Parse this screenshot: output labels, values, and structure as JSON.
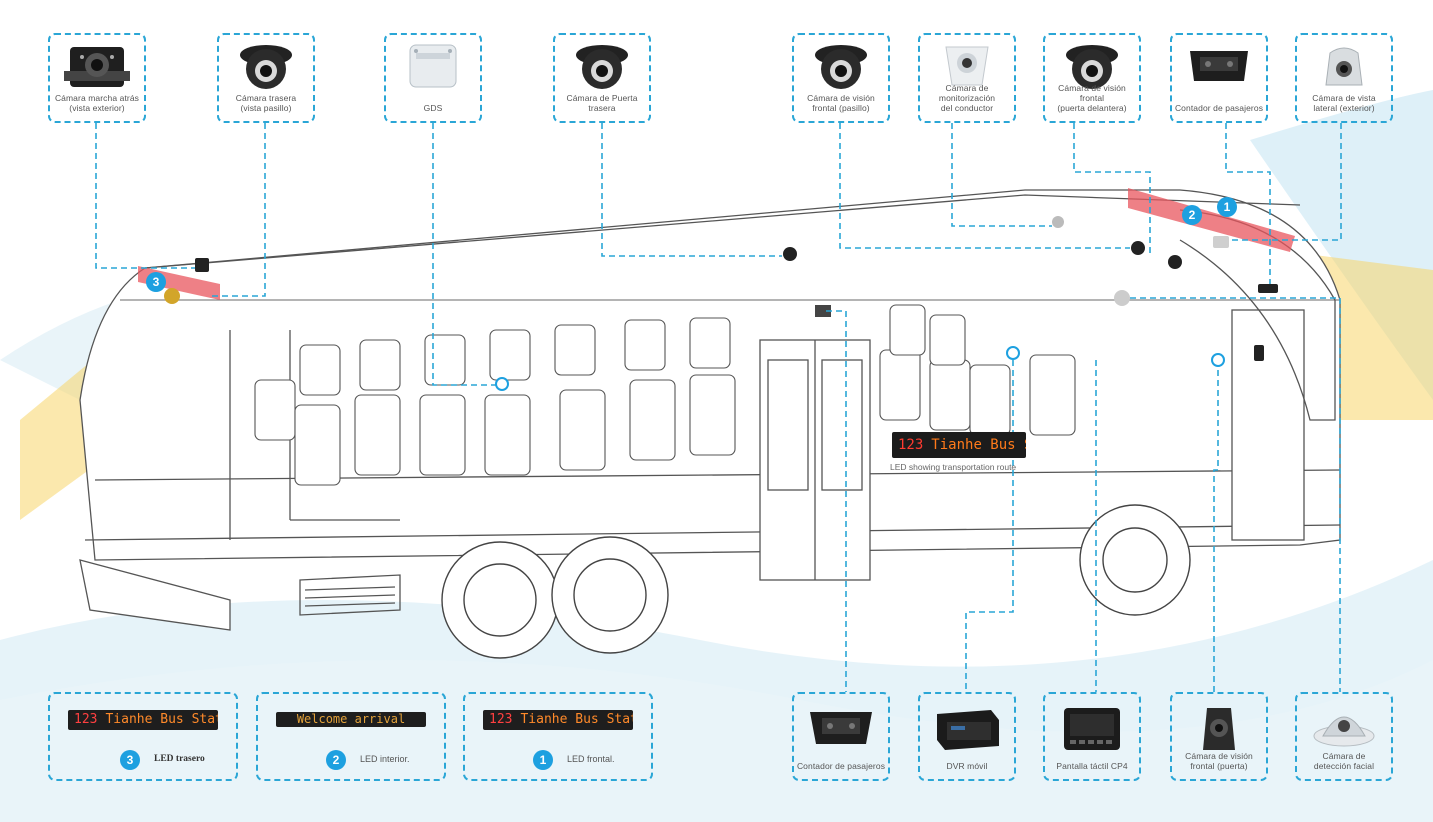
{
  "top_devices": [
    {
      "id": "reverse-cam",
      "lines": [
        "Cámara marcha atrás",
        "(vista exterior)"
      ],
      "icon": "vehicle-camera-icon"
    },
    {
      "id": "rear-cam",
      "lines": [
        "Cámara trasera",
        "(vista pasillo)"
      ],
      "icon": "dome-camera-icon"
    },
    {
      "id": "gds",
      "lines": [
        "GDS"
      ],
      "icon": "gds-box-icon"
    },
    {
      "id": "rear-door-cam",
      "lines": [
        "Cámara de Puerta",
        "trasera"
      ],
      "icon": "dome-camera-icon"
    },
    {
      "id": "front-aisle-cam",
      "lines": [
        "Cámara de visión",
        "frontal (pasillo)"
      ],
      "icon": "dome-camera-icon"
    },
    {
      "id": "driver-cam",
      "lines": [
        "Cámara de monitorización",
        "del conductor"
      ],
      "icon": "driver-camera-icon"
    },
    {
      "id": "front-door-cam-top",
      "lines": [
        "Cámara de visión frontal",
        "(puerta delantera)"
      ],
      "icon": "dome-camera-icon"
    },
    {
      "id": "passenger-counter-top",
      "lines": [
        "Contador de pasajeros"
      ],
      "icon": "passenger-counter-icon"
    },
    {
      "id": "side-cam",
      "lines": [
        "Cámara de vista",
        "lateral (exterior)"
      ],
      "icon": "side-camera-icon"
    }
  ],
  "led_panels": [
    {
      "number": "3",
      "label": "LED trasero",
      "text_route": "123",
      "text_station": "Tianhe Bus Station",
      "style": "red",
      "bold": true
    },
    {
      "number": "2",
      "label": "LED interior.",
      "text": "Welcome arrival",
      "style": "amber",
      "bold": false
    },
    {
      "number": "1",
      "label": "LED frontal.",
      "text_route": "123",
      "text_station": "Tianhe Bus Station",
      "style": "red",
      "bold": false
    }
  ],
  "bottom_devices": [
    {
      "id": "passenger-counter-bottom",
      "lines": [
        "Contador de pasajeros"
      ],
      "icon": "passenger-counter-icon"
    },
    {
      "id": "mobile-dvr",
      "lines": [
        "DVR móvil"
      ],
      "icon": "dvr-icon"
    },
    {
      "id": "touch-screen",
      "lines": [
        "Pantalla táctil CP4"
      ],
      "icon": "touch-screen-icon"
    },
    {
      "id": "front-door-cam-bottom",
      "lines": [
        "Cámara de visión",
        "frontal (puerta)"
      ],
      "icon": "door-camera-icon"
    },
    {
      "id": "face-cam",
      "lines": [
        "Cámara de",
        "detección facial"
      ],
      "icon": "face-detection-dome-icon"
    }
  ],
  "bus_led": {
    "route": "123",
    "station": "Tianhe Bus Station",
    "caption": "LED showing transportation route"
  },
  "markers": [
    "1",
    "2",
    "3"
  ],
  "colors": {
    "accent": "#1da0e0",
    "dash": "#2aa6d6",
    "beam": "#f5c842",
    "led_red": "#ff3b30",
    "led_orange": "#ff7a1a",
    "led_bar": "#e8555d"
  }
}
